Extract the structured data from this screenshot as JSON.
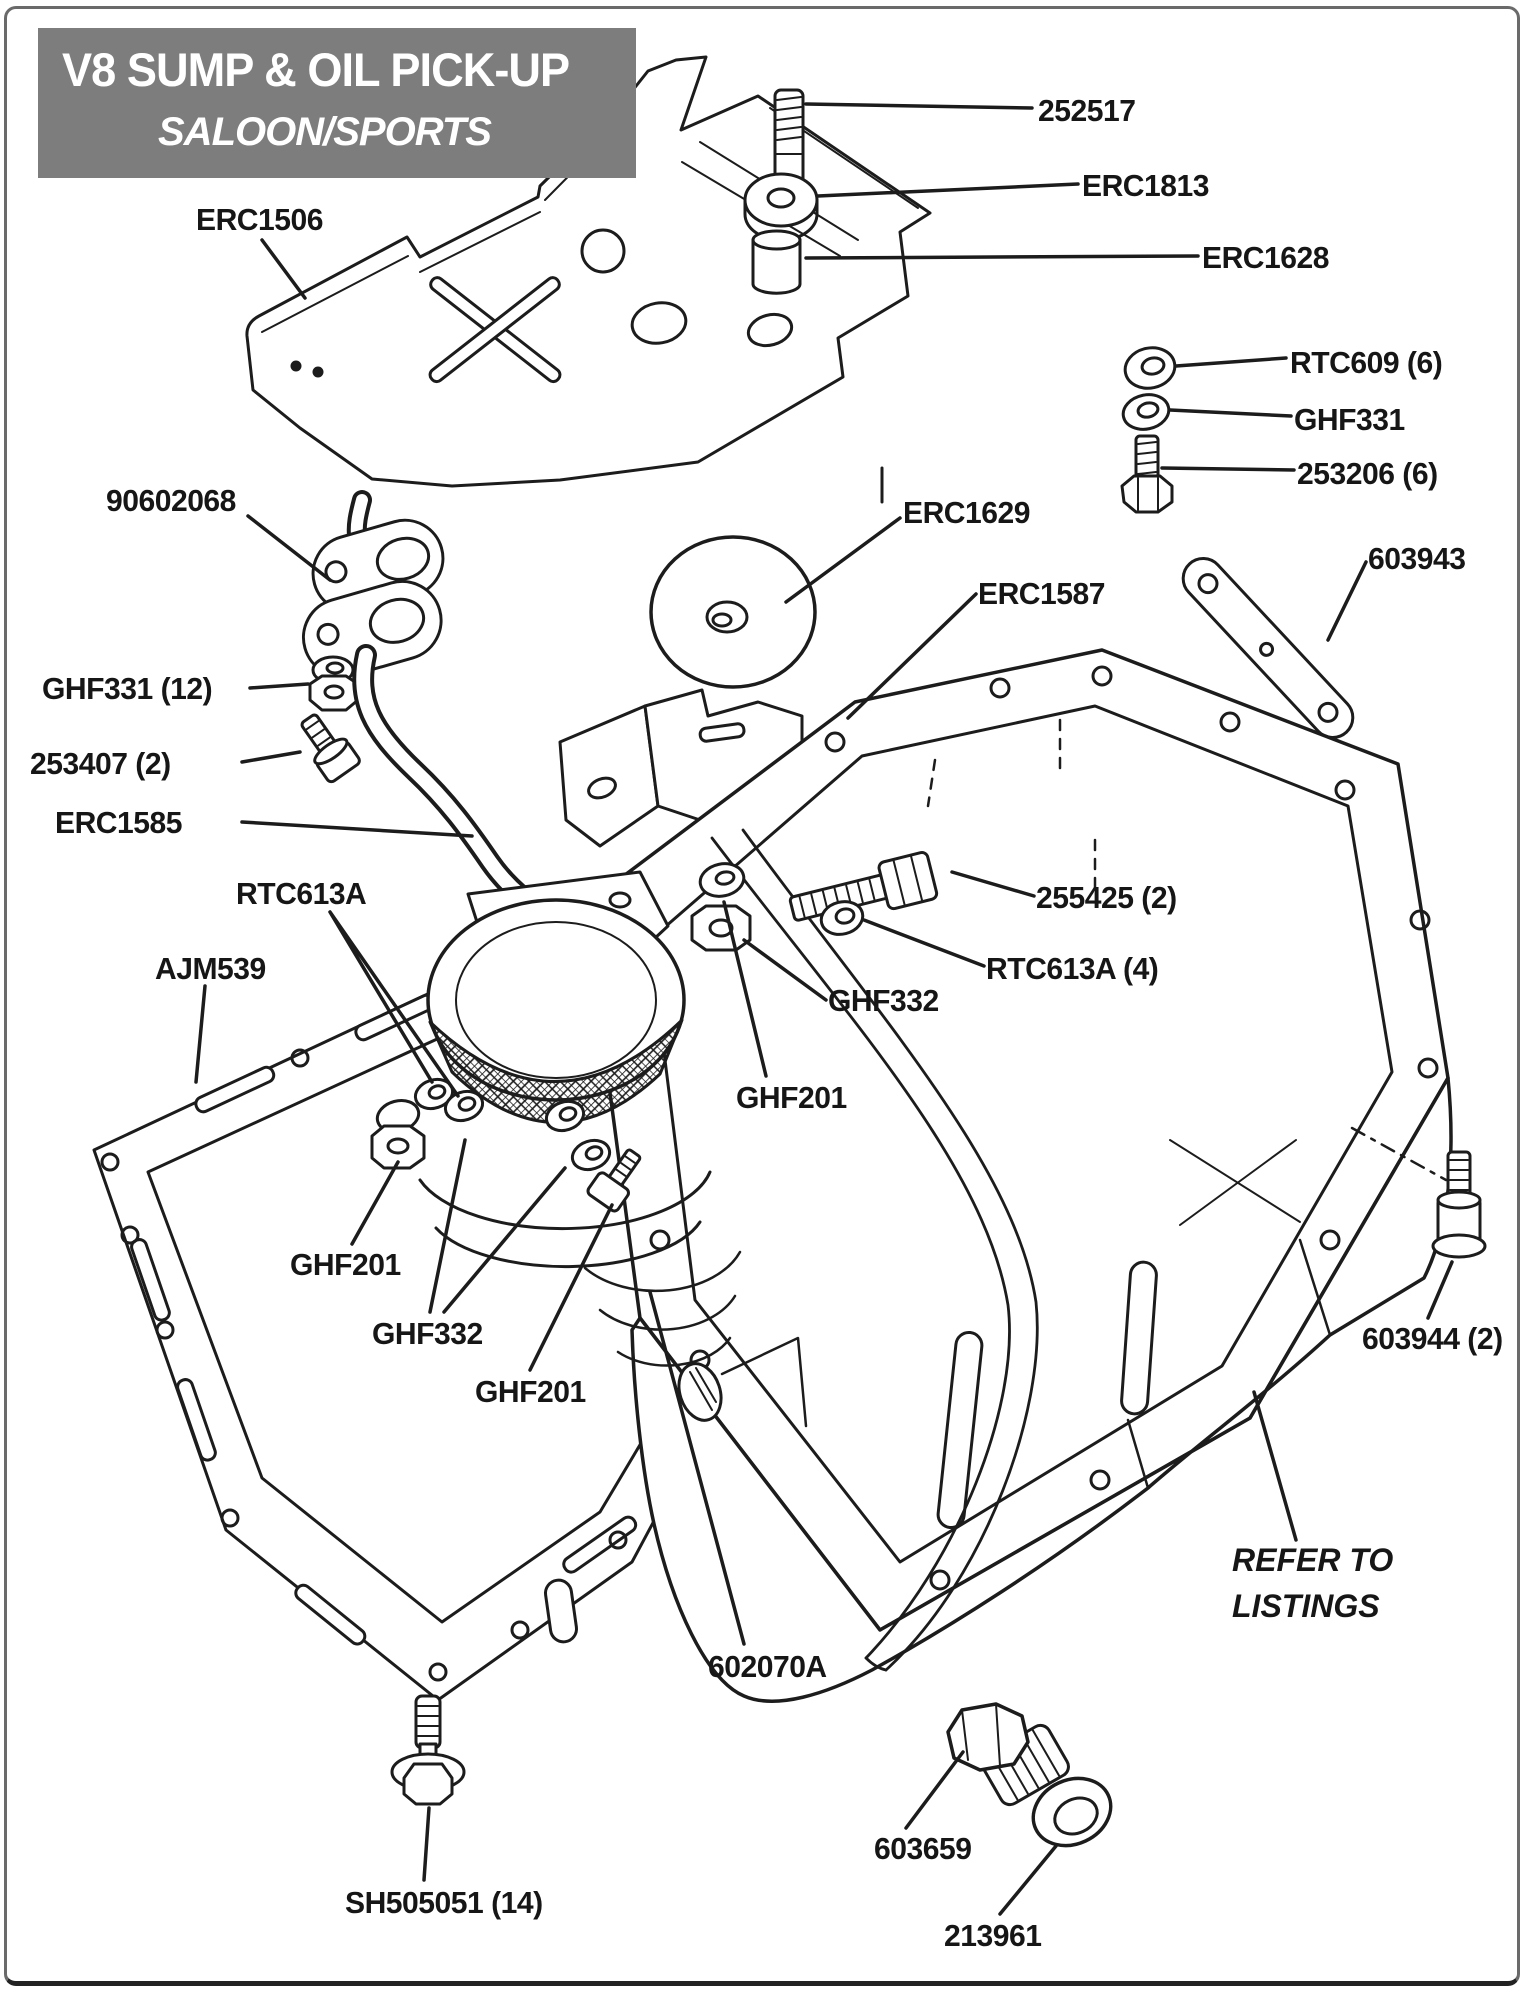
{
  "title": {
    "line1": "V8 SUMP & OIL PICK-UP",
    "line2": "SALOON/SPORTS"
  },
  "note": {
    "line1": "REFER TO",
    "line2": "LISTINGS"
  },
  "colors": {
    "title_bg": "#7d7d7d",
    "title_text": "#ffffff",
    "line": "#1c1c1c",
    "background": "#ffffff"
  },
  "parts": [
    {
      "id": "erc1506",
      "label": "ERC1506"
    },
    {
      "id": "252517",
      "label": "252517"
    },
    {
      "id": "erc1813",
      "label": "ERC1813"
    },
    {
      "id": "erc1628",
      "label": "ERC1628"
    },
    {
      "id": "rtc609",
      "label": "RTC609 (6)"
    },
    {
      "id": "ghf331",
      "label": "GHF331"
    },
    {
      "id": "253206",
      "label": "253206 (6)"
    },
    {
      "id": "90602068",
      "label": "90602068"
    },
    {
      "id": "erc1629",
      "label": "ERC1629"
    },
    {
      "id": "erc1587",
      "label": "ERC1587"
    },
    {
      "id": "603943",
      "label": "603943"
    },
    {
      "id": "ghf331-12",
      "label": "GHF331 (12)"
    },
    {
      "id": "253407-2",
      "label": "253407 (2)"
    },
    {
      "id": "erc1585",
      "label": "ERC1585"
    },
    {
      "id": "rtc613a",
      "label": "RTC613A"
    },
    {
      "id": "ajm539",
      "label": "AJM539"
    },
    {
      "id": "255425-2",
      "label": "255425 (2)"
    },
    {
      "id": "rtc613a-4",
      "label": "RTC613A (4)"
    },
    {
      "id": "ghf332-c",
      "label": "GHF332"
    },
    {
      "id": "ghf201-c",
      "label": "GHF201"
    },
    {
      "id": "ghf201-l",
      "label": "GHF201"
    },
    {
      "id": "ghf332-l",
      "label": "GHF332"
    },
    {
      "id": "ghf201-l2",
      "label": "GHF201"
    },
    {
      "id": "602070a",
      "label": "602070A"
    },
    {
      "id": "603944-2",
      "label": "603944 (2)"
    },
    {
      "id": "sh505051",
      "label": "SH505051 (14)"
    },
    {
      "id": "603659",
      "label": "603659"
    },
    {
      "id": "213961",
      "label": "213961"
    }
  ]
}
